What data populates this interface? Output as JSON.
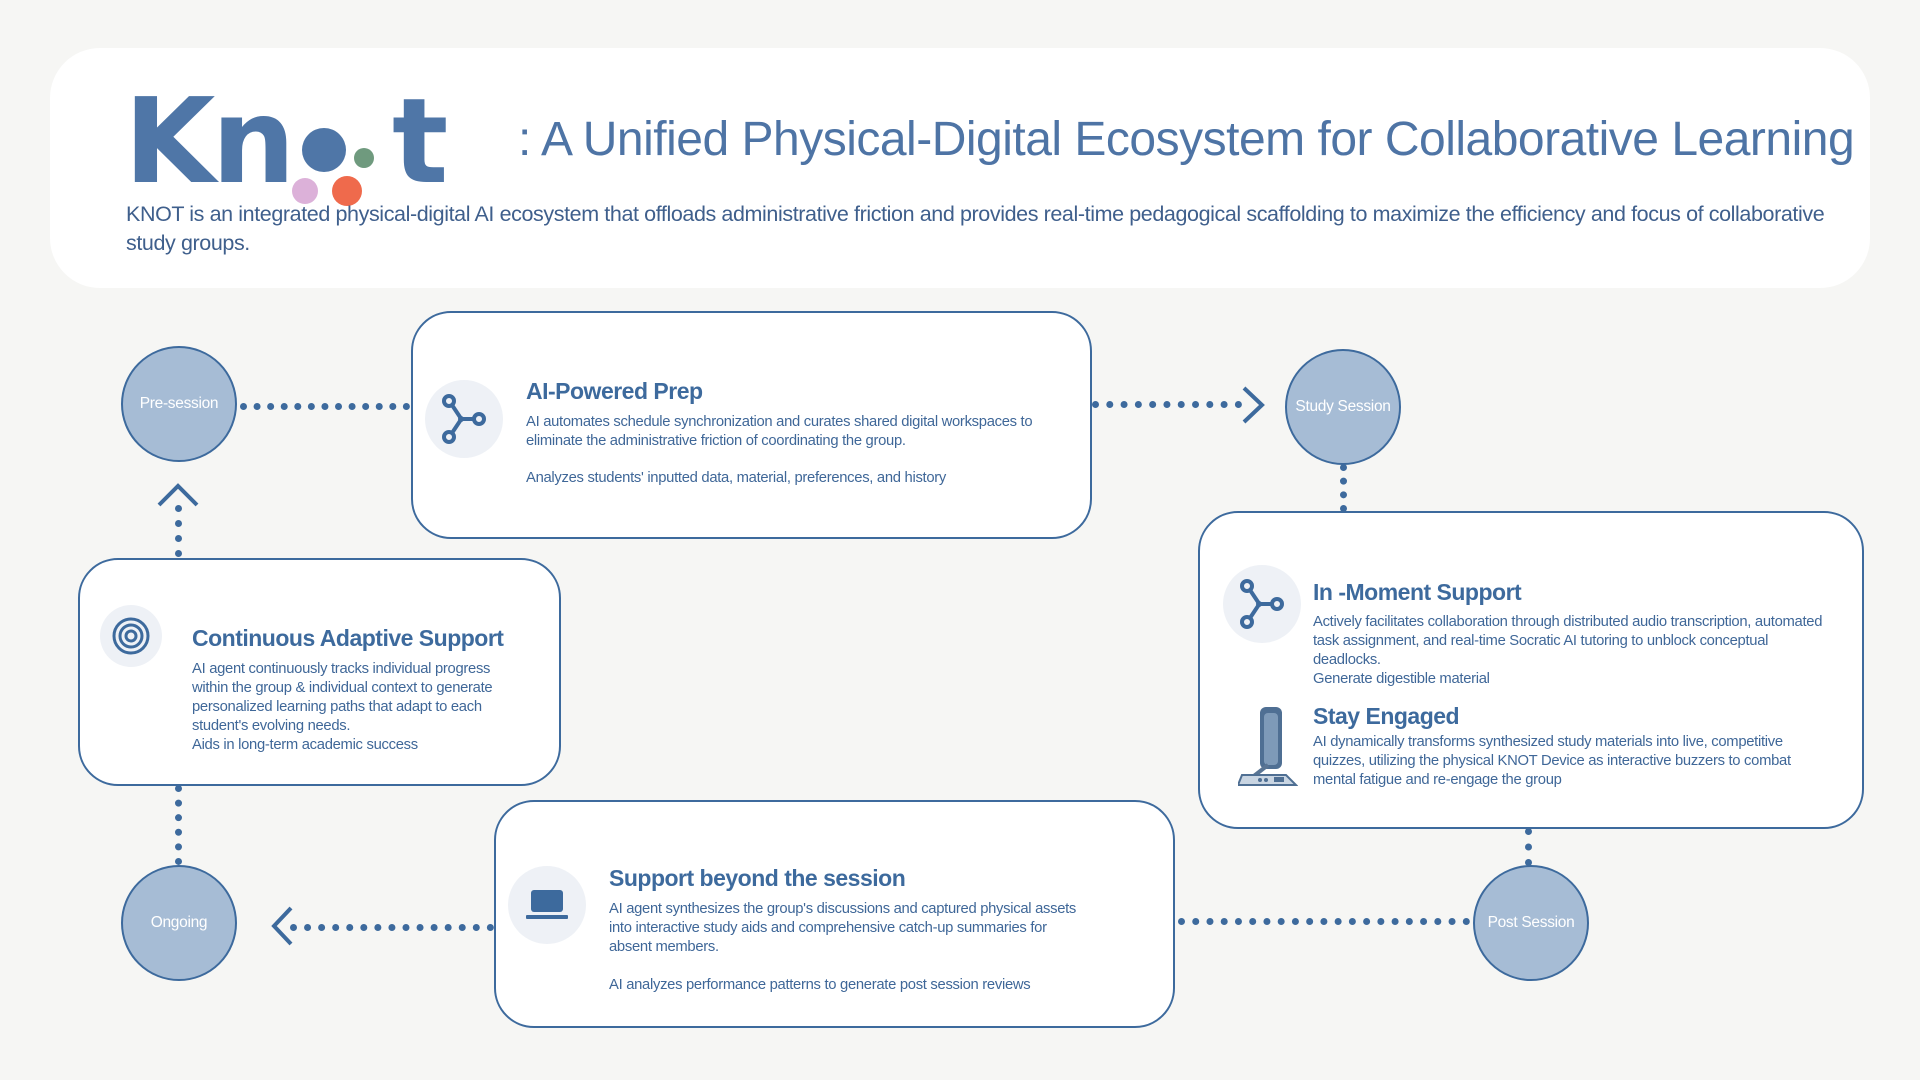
{
  "header": {
    "logo": {
      "letters_left": "Kn",
      "letters_right": "t",
      "dot_colors": [
        "#4f76a7",
        "#6f9a7e",
        "#dcb1d9",
        "#ef6a4c"
      ]
    },
    "title": ": A Unified Physical-Digital Ecosystem for Collaborative Learning",
    "description": "KNOT is an integrated physical-digital AI ecosystem that offloads administrative friction and provides real-time pedagogical scaffolding to maximize the efficiency and focus of collaborative study groups."
  },
  "nodes": {
    "pre_session": "Pre-session",
    "study_session": "Study Session",
    "post_session": "Post Session",
    "ongoing": "Ongoing"
  },
  "cards": {
    "prep": {
      "icon": "share-nodes-icon",
      "title": "AI-Powered Prep",
      "text1": "AI automates schedule synchronization and curates shared digital workspaces to eliminate the administrative friction of coordinating the group.",
      "text2": "Analyzes students' inputted data, material, preferences, and history"
    },
    "moment": {
      "icon": "share-nodes-icon",
      "title": "In -Moment Support",
      "text1": "Actively facilitates collaboration through distributed audio transcription, automated task assignment, and real-time Socratic AI tutoring to unblock conceptual deadlocks.",
      "text2": "Generate digestible material",
      "title2": "Stay Engaged",
      "icon2": "knot-device-icon",
      "text3": "AI dynamically transforms synthesized study materials into live, competitive quizzes, utilizing the physical KNOT Device as interactive buzzers to combat mental fatigue and re-engage the group"
    },
    "beyond": {
      "icon": "laptop-icon",
      "title": "Support beyond the session",
      "text1": "AI agent synthesizes the group's discussions and captured physical assets into interactive study aids and comprehensive catch-up summaries for absent members.",
      "text2": "AI analyzes performance patterns to generate post session reviews"
    },
    "adaptive": {
      "icon": "target-icon",
      "title": "Continuous Adaptive Support",
      "text1": "AI agent continuously tracks individual progress within the group & individual context to generate personalized learning paths that adapt to each student's evolving needs.",
      "text2": "Aids in long-term academic success"
    }
  },
  "colors": {
    "accent": "#3d6a9d",
    "node_fill": "#a6bcd5",
    "background": "#f6f6f4"
  }
}
